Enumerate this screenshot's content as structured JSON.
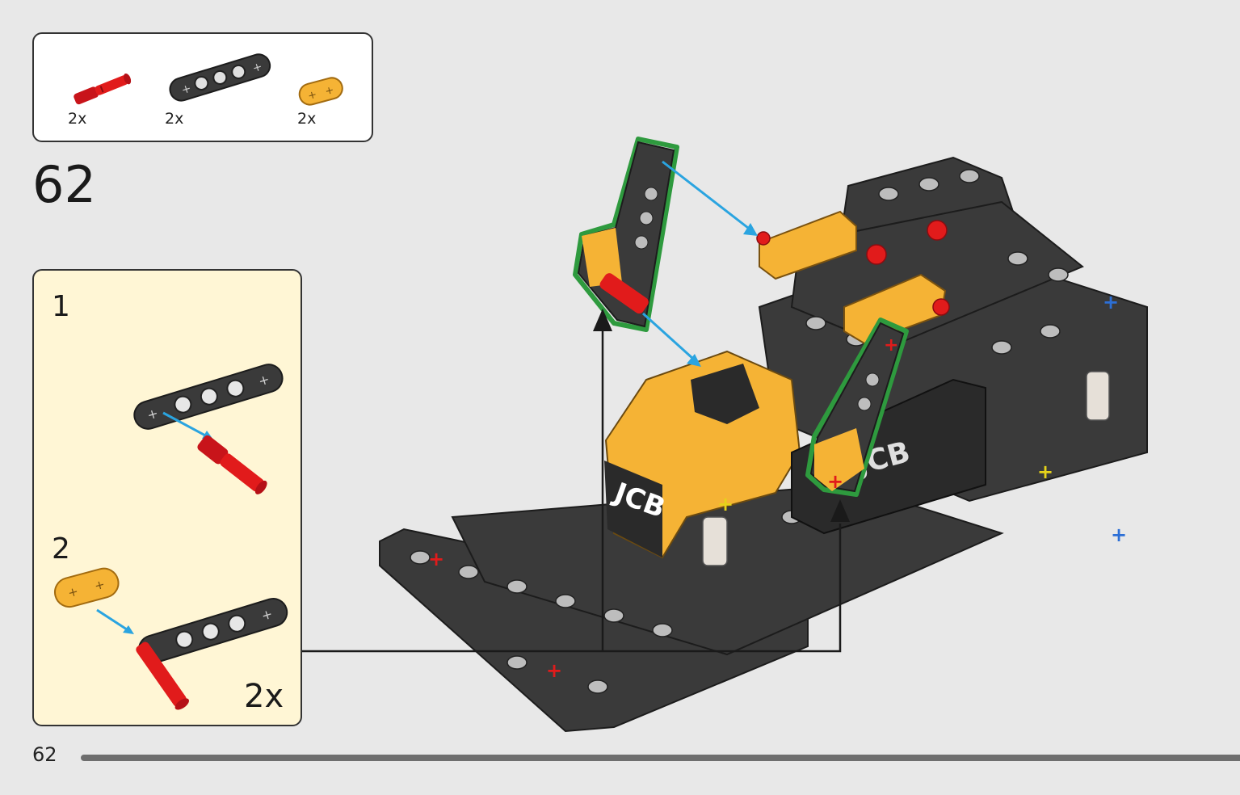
{
  "parts_list": {
    "items": [
      {
        "name": "red-axle-pin",
        "qty": "2x",
        "color": "#e11b1b"
      },
      {
        "name": "dark-grey-beam-5",
        "qty": "2x",
        "color": "#3a3a3a"
      },
      {
        "name": "orange-connector",
        "qty": "2x",
        "color": "#f5b335"
      }
    ]
  },
  "step": {
    "number": "62"
  },
  "substeps": {
    "items": [
      {
        "number": "1"
      },
      {
        "number": "2"
      }
    ],
    "multiplier": "2x"
  },
  "colors": {
    "background": "#e8e8e8",
    "substep_bg": "#fff6d5",
    "highlight_green": "#2e9a3e",
    "arrow_blue": "#2aa4e0",
    "brick_orange": "#f5b335",
    "brick_dark": "#3a3a3a",
    "pin_red": "#e11b1b"
  },
  "footer": {
    "page_number": "62",
    "progress": 1.0
  }
}
